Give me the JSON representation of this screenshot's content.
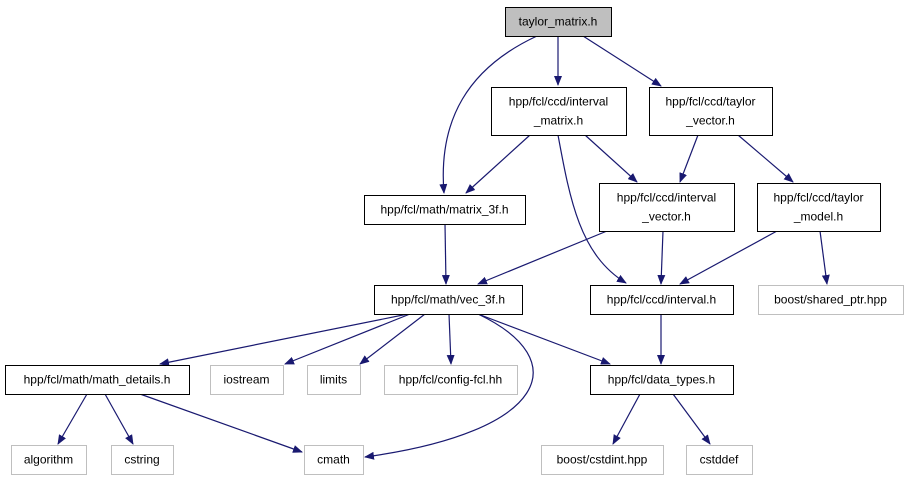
{
  "graph": {
    "title": "taylor_matrix.h",
    "colors": {
      "edge": "#191970",
      "root_fill": "#bfbfbf",
      "node_border": "#000000",
      "external_border": "#bfbfbf",
      "text": "#000000"
    },
    "nodes": [
      {
        "id": "taylor_matrix",
        "lines": [
          "taylor_matrix.h"
        ],
        "kind": "root"
      },
      {
        "id": "interval_matrix",
        "lines": [
          "hpp/fcl/ccd/interval",
          "_matrix.h"
        ],
        "kind": "internal"
      },
      {
        "id": "taylor_vector",
        "lines": [
          "hpp/fcl/ccd/taylor",
          "_vector.h"
        ],
        "kind": "internal"
      },
      {
        "id": "matrix_3f",
        "lines": [
          "hpp/fcl/math/matrix_3f.h"
        ],
        "kind": "internal"
      },
      {
        "id": "interval_vector",
        "lines": [
          "hpp/fcl/ccd/interval",
          "_vector.h"
        ],
        "kind": "internal"
      },
      {
        "id": "taylor_model",
        "lines": [
          "hpp/fcl/ccd/taylor",
          "_model.h"
        ],
        "kind": "internal"
      },
      {
        "id": "vec_3f",
        "lines": [
          "hpp/fcl/math/vec_3f.h"
        ],
        "kind": "internal"
      },
      {
        "id": "interval",
        "lines": [
          "hpp/fcl/ccd/interval.h"
        ],
        "kind": "internal"
      },
      {
        "id": "shared_ptr",
        "lines": [
          "boost/shared_ptr.hpp"
        ],
        "kind": "external"
      },
      {
        "id": "math_details",
        "lines": [
          "hpp/fcl/math/math_details.h"
        ],
        "kind": "internal"
      },
      {
        "id": "iostream",
        "lines": [
          "iostream"
        ],
        "kind": "external"
      },
      {
        "id": "limits",
        "lines": [
          "limits"
        ],
        "kind": "external"
      },
      {
        "id": "config_fcl",
        "lines": [
          "hpp/fcl/config-fcl.hh"
        ],
        "kind": "external"
      },
      {
        "id": "data_types",
        "lines": [
          "hpp/fcl/data_types.h"
        ],
        "kind": "internal"
      },
      {
        "id": "algorithm",
        "lines": [
          "algorithm"
        ],
        "kind": "external"
      },
      {
        "id": "cstring",
        "lines": [
          "cstring"
        ],
        "kind": "external"
      },
      {
        "id": "cmath",
        "lines": [
          "cmath"
        ],
        "kind": "external"
      },
      {
        "id": "cstdint",
        "lines": [
          "boost/cstdint.hpp"
        ],
        "kind": "external"
      },
      {
        "id": "cstddef",
        "lines": [
          "cstddef"
        ],
        "kind": "external"
      }
    ],
    "edges": [
      [
        "taylor_matrix",
        "interval_matrix"
      ],
      [
        "taylor_matrix",
        "taylor_vector"
      ],
      [
        "taylor_matrix",
        "matrix_3f"
      ],
      [
        "interval_matrix",
        "matrix_3f"
      ],
      [
        "interval_matrix",
        "interval_vector"
      ],
      [
        "interval_matrix",
        "interval"
      ],
      [
        "taylor_vector",
        "interval_vector"
      ],
      [
        "taylor_vector",
        "taylor_model"
      ],
      [
        "matrix_3f",
        "vec_3f"
      ],
      [
        "interval_vector",
        "vec_3f"
      ],
      [
        "interval_vector",
        "interval"
      ],
      [
        "taylor_model",
        "interval"
      ],
      [
        "taylor_model",
        "shared_ptr"
      ],
      [
        "vec_3f",
        "math_details"
      ],
      [
        "vec_3f",
        "iostream"
      ],
      [
        "vec_3f",
        "limits"
      ],
      [
        "vec_3f",
        "config_fcl"
      ],
      [
        "vec_3f",
        "data_types"
      ],
      [
        "vec_3f",
        "cmath"
      ],
      [
        "interval",
        "data_types"
      ],
      [
        "math_details",
        "algorithm"
      ],
      [
        "math_details",
        "cstring"
      ],
      [
        "math_details",
        "cmath"
      ],
      [
        "data_types",
        "cstdint"
      ],
      [
        "data_types",
        "cstddef"
      ]
    ]
  }
}
